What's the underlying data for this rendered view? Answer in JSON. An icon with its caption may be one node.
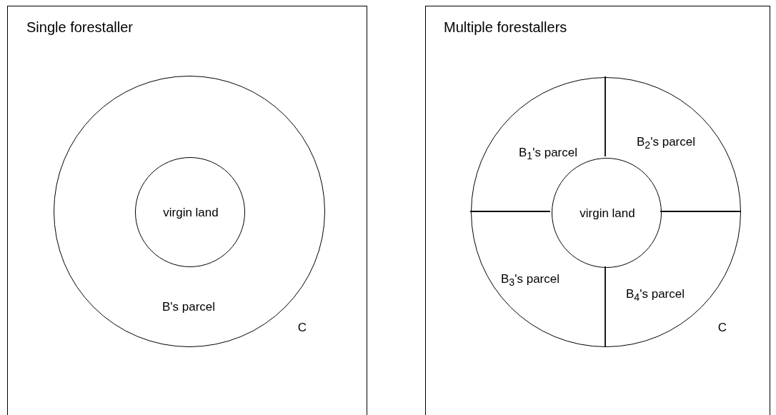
{
  "diagram": {
    "nodes": [
      {
        "text": [
          "Single forestaller"
        ]
      },
      {
        "text": [
          "B's parcel"
        ],
        "in": 0
      },
      {
        "text": [
          "virgin land"
        ],
        "in": 1
      },
      {
        "text": [
          "Multiple forestallers"
        ]
      },
      {
        "text": [
          "B$_{1}$'s parcel",
          "B$_{2}$'s parcel",
          "B$_{3}$'s parcel",
          "B$_{4}$'s parcel"
        ],
        "in": 3
      },
      {
        "text": [
          "virgin land"
        ],
        "in": 4
      }
    ],
    "edges": [],
    "labels": [
      "C",
      "C"
    ]
  }
}
